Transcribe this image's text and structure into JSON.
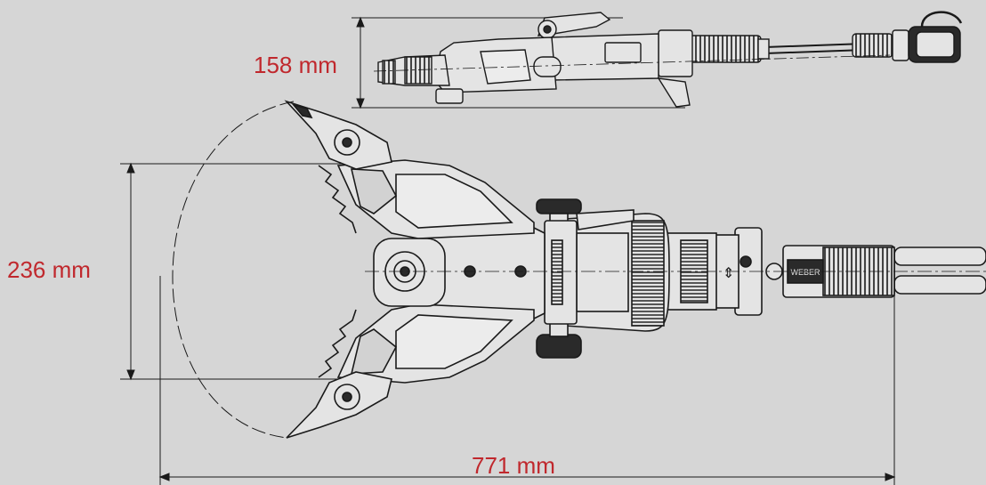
{
  "colors": {
    "background": "#d6d6d6",
    "line": "#1a1a1a",
    "label": "#c0282d",
    "tool_fill": "#e4e4e4",
    "tool_dark": "#2a2a2a"
  },
  "dimensions": {
    "height_top_view": "158 mm",
    "jaw_opening": "236 mm",
    "overall_length": "771 mm"
  },
  "tool": {
    "grip_label": "WEBER"
  }
}
